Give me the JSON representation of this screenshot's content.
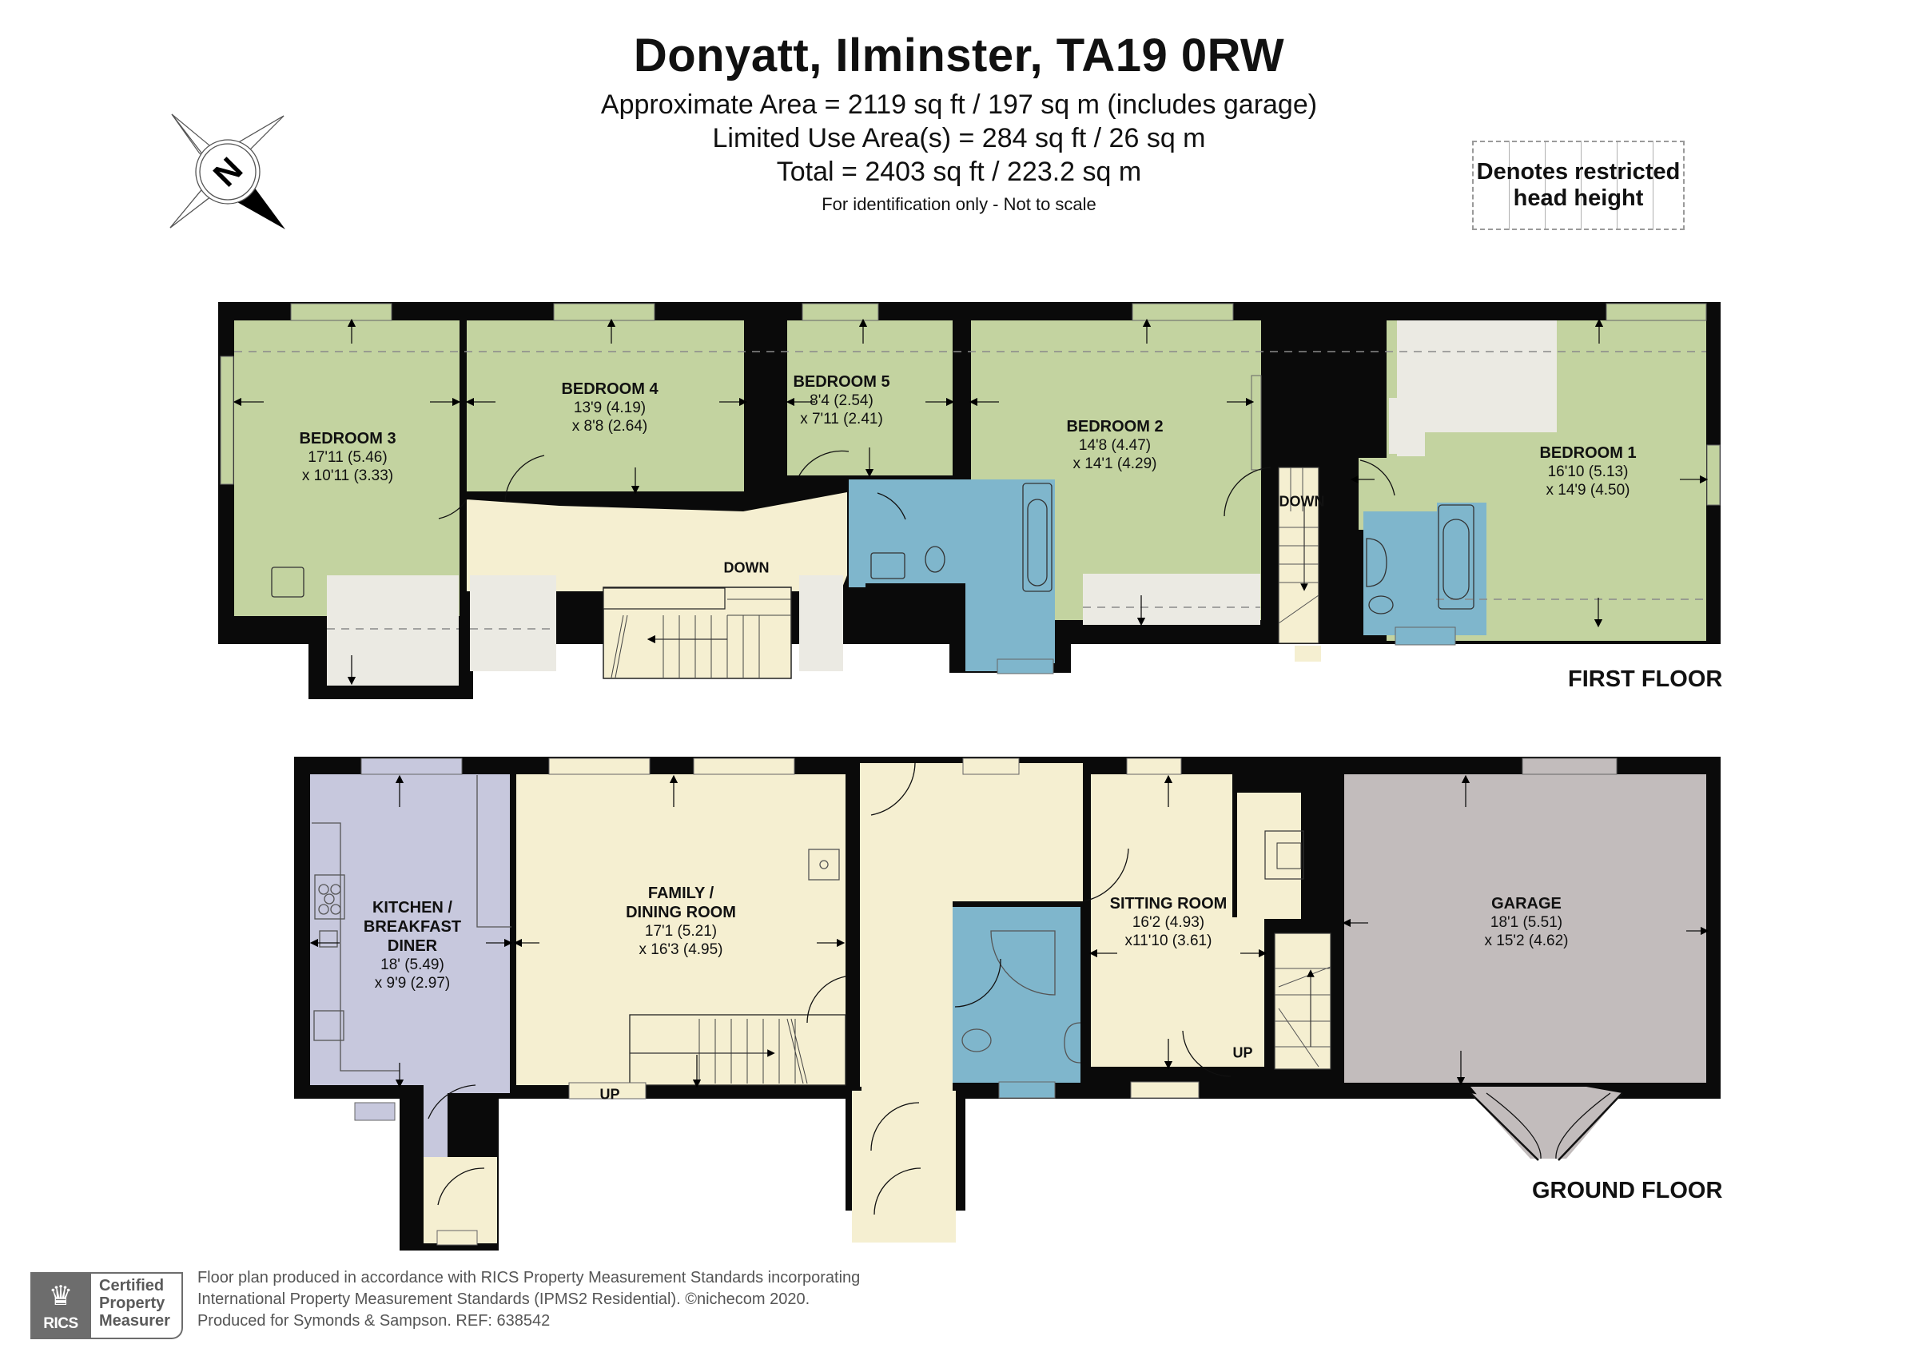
{
  "header": {
    "title": "Donyatt, Ilminster, TA19 0RW",
    "approx_area": "Approximate Area = 2119 sq ft / 197 sq m (includes garage)",
    "limited_use_area": "Limited Use Area(s) = 284 sq ft / 26 sq m",
    "total": "Total = 2403 sq ft / 223.2 sq m",
    "note": "For identification only - Not to scale"
  },
  "compass": {
    "icon": "compass-north-icon",
    "letter": "N"
  },
  "legend": {
    "line1": "Denotes restricted",
    "line2": "head height"
  },
  "colors": {
    "wall": "#0a0a0a",
    "bedroom_green": "#c3d3a0",
    "circulation_cream": "#f5efd1",
    "bathroom_blue": "#7fb6cc",
    "storage_grey": "#ebeae3",
    "kitchen_lilac": "#c7c8dd",
    "garage_grey": "#c2bcbc"
  },
  "first_floor": {
    "label": "FIRST FLOOR",
    "rooms": [
      {
        "name": "BEDROOM 3",
        "dim1": "17'11 (5.46)",
        "dim2": "x 10'11 (3.33)"
      },
      {
        "name": "BEDROOM 4",
        "dim1": "13'9 (4.19)",
        "dim2": "x 8'8 (2.64)"
      },
      {
        "name": "BEDROOM 5",
        "dim1": "8'4 (2.54)",
        "dim2": "x 7'11 (2.41)"
      },
      {
        "name": "BEDROOM 2",
        "dim1": "14'8 (4.47)",
        "dim2": "x 14'1 (4.29)"
      },
      {
        "name": "BEDROOM 1",
        "dim1": "16'10 (5.13)",
        "dim2": "x 14'9 (4.50)"
      }
    ],
    "stair_tags": [
      "DOWN",
      "DOWN"
    ]
  },
  "ground_floor": {
    "label": "GROUND FLOOR",
    "rooms": [
      {
        "name": "KITCHEN / BREAKFAST DINER",
        "name_lines": [
          "KITCHEN /",
          "BREAKFAST",
          "DINER"
        ],
        "dim1": "18' (5.49)",
        "dim2": "x 9'9 (2.97)"
      },
      {
        "name": "FAMILY / DINING ROOM",
        "name_lines": [
          "FAMILY /",
          "DINING ROOM"
        ],
        "dim1": "17'1 (5.21)",
        "dim2": "x 16'3 (4.95)"
      },
      {
        "name": "SITTING ROOM",
        "name_lines": [
          "SITTING ROOM"
        ],
        "dim1": "16'2 (4.93)",
        "dim2": "x11'10 (3.61)"
      },
      {
        "name": "GARAGE",
        "name_lines": [
          "GARAGE"
        ],
        "dim1": "18'1 (5.51)",
        "dim2": "x 15'2 (4.62)"
      }
    ],
    "stair_tags": [
      "UP",
      "UP"
    ]
  },
  "footer": {
    "badge_brand": "RICS",
    "badge_line1": "Certified",
    "badge_line2": "Property",
    "badge_line3": "Measurer",
    "line1": "Floor plan produced in accordance with RICS Property Measurement Standards incorporating",
    "line2": "International Property Measurement Standards (IPMS2 Residential).   ©nichecom 2020.",
    "line3": "Produced for Symonds & Sampson.   REF: 638542"
  }
}
